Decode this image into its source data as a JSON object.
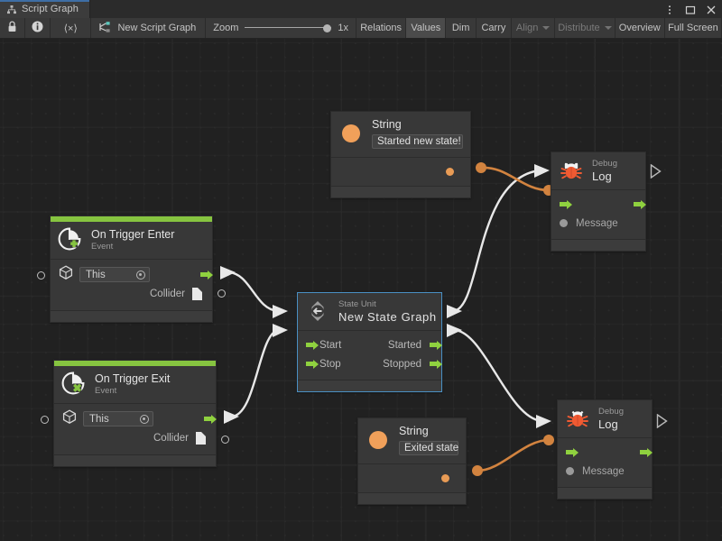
{
  "window": {
    "tab_label": "Script Graph",
    "tab_icon": "script-graph-icon",
    "controls": [
      {
        "name": "more-options-icon",
        "glyph": "⋮"
      },
      {
        "name": "maximize-icon",
        "glyph": "▢"
      },
      {
        "name": "close-icon",
        "glyph": "✕"
      }
    ]
  },
  "toolbar": {
    "lock_icon": "lock-icon",
    "info_icon": "info-icon",
    "code_label": "⟨×⟩",
    "graph_icon": "script-graph-asset-icon",
    "graph_name": "New Script Graph",
    "zoom_label": "Zoom",
    "zoom_value": "1x",
    "buttons": [
      {
        "label": "Relations",
        "state": "normal"
      },
      {
        "label": "Values",
        "state": "sunken"
      },
      {
        "label": "Dim",
        "state": "normal"
      },
      {
        "label": "Carry",
        "state": "normal"
      },
      {
        "label": "Align",
        "state": "disabled",
        "caret": true
      },
      {
        "label": "Distribute",
        "state": "disabled",
        "caret": true
      },
      {
        "label": "Overview",
        "state": "normal"
      },
      {
        "label": "Full Screen",
        "state": "normal"
      }
    ]
  },
  "colors": {
    "canvas_bg": "#212121",
    "node_bg": "#383838",
    "event_accent": "#86c440",
    "flow_port": "#8fd13f",
    "data_port": "#e89b55",
    "selection": "#4a90c4",
    "wire_flow": "#e8e8e8",
    "wire_data": "#d2833f",
    "tab_accent": "#3e6ea5"
  },
  "nodes": [
    {
      "id": "string-top",
      "icon": "string-value-icon",
      "type_label": "",
      "name": "String",
      "value": "Started new state!",
      "output_port_label": ""
    },
    {
      "id": "debug-log-top",
      "icon": "debug-bug-icon",
      "type_label": "Debug",
      "name": "Log",
      "input_flow": "flow-in-arrow",
      "output_flow": "flow-out-arrow",
      "message_label": "Message"
    },
    {
      "id": "on-trigger-enter",
      "icon": "event-enter-icon",
      "type_label": "Event",
      "name": "On Trigger Enter",
      "target_value": "This",
      "output_label": "Collider"
    },
    {
      "id": "state-unit",
      "icon": "state-unit-icon",
      "type_label": "State Unit",
      "name": "New State Graph",
      "selected": true,
      "inputs": [
        "Start",
        "Stop"
      ],
      "outputs": [
        "Started",
        "Stopped"
      ]
    },
    {
      "id": "on-trigger-exit",
      "icon": "event-exit-icon",
      "type_label": "Event",
      "name": "On Trigger Exit",
      "target_value": "This",
      "output_label": "Collider"
    },
    {
      "id": "string-bottom",
      "icon": "string-value-icon",
      "type_label": "",
      "name": "String",
      "value": "Exited state"
    },
    {
      "id": "debug-log-bottom",
      "icon": "debug-bug-icon",
      "type_label": "Debug",
      "name": "Log",
      "message_label": "Message"
    }
  ]
}
